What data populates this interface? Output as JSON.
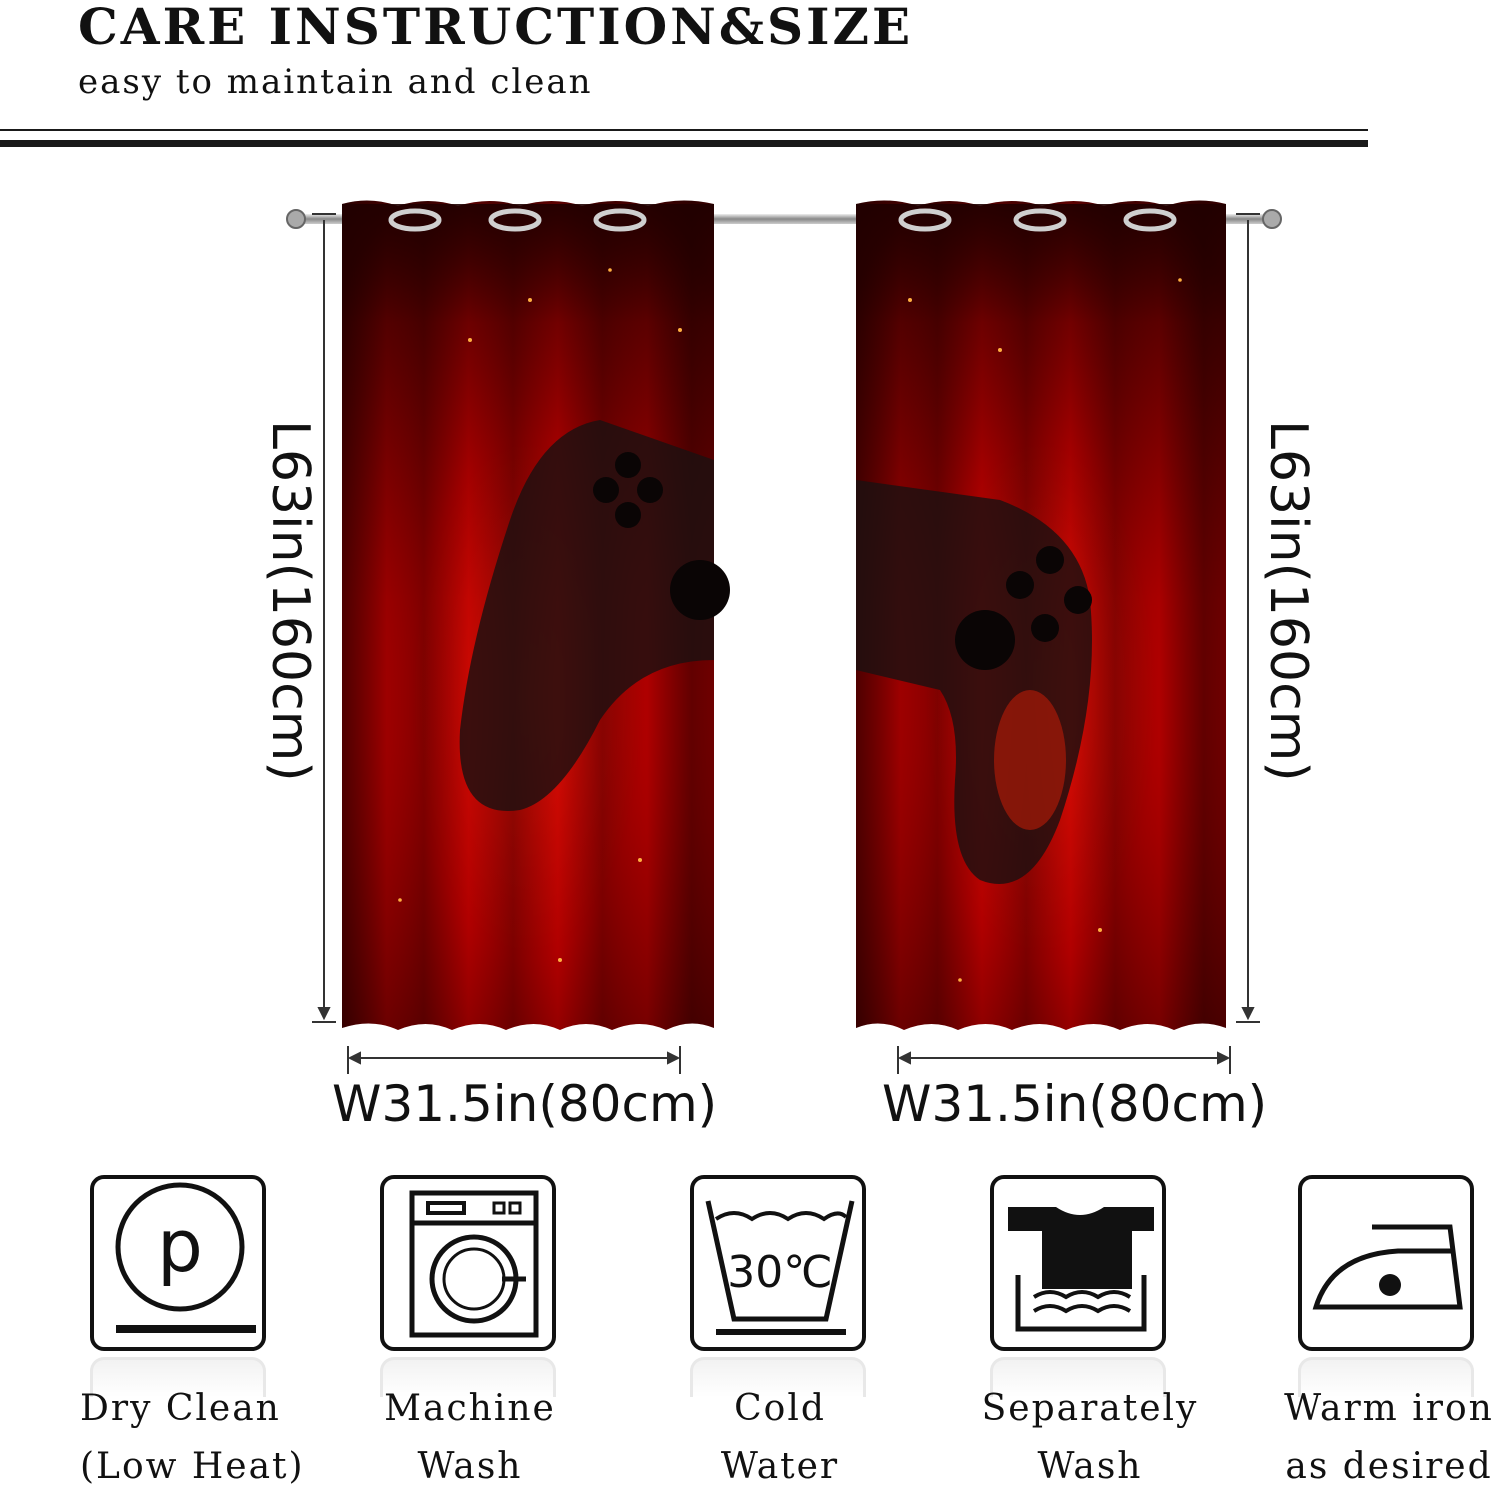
{
  "header": {
    "title": "CARE INSTRUCTION&SIZE",
    "subtitle": "easy to maintain and clean"
  },
  "dimensions": {
    "length_label": "L63in(160cm)",
    "width_label": "W31.5in(80cm)"
  },
  "colors": {
    "fire_dark": "#3a0000",
    "fire_mid": "#b00000",
    "fire_bright": "#ff1a0a",
    "controller": "#1c1010"
  },
  "care": [
    {
      "icon": "dry-clean-icon",
      "line1": "Dry Clean",
      "line2": "(Low Heat)"
    },
    {
      "icon": "machine-wash-icon",
      "line1": "Machine",
      "line2": "Wash"
    },
    {
      "icon": "cold-water-icon",
      "line1": "Cold",
      "line2": "Water",
      "badge": "30℃"
    },
    {
      "icon": "separately-wash-icon",
      "line1": "Separately",
      "line2": "Wash"
    },
    {
      "icon": "warm-iron-icon",
      "line1": "Warm iron",
      "line2": "as desired"
    }
  ]
}
